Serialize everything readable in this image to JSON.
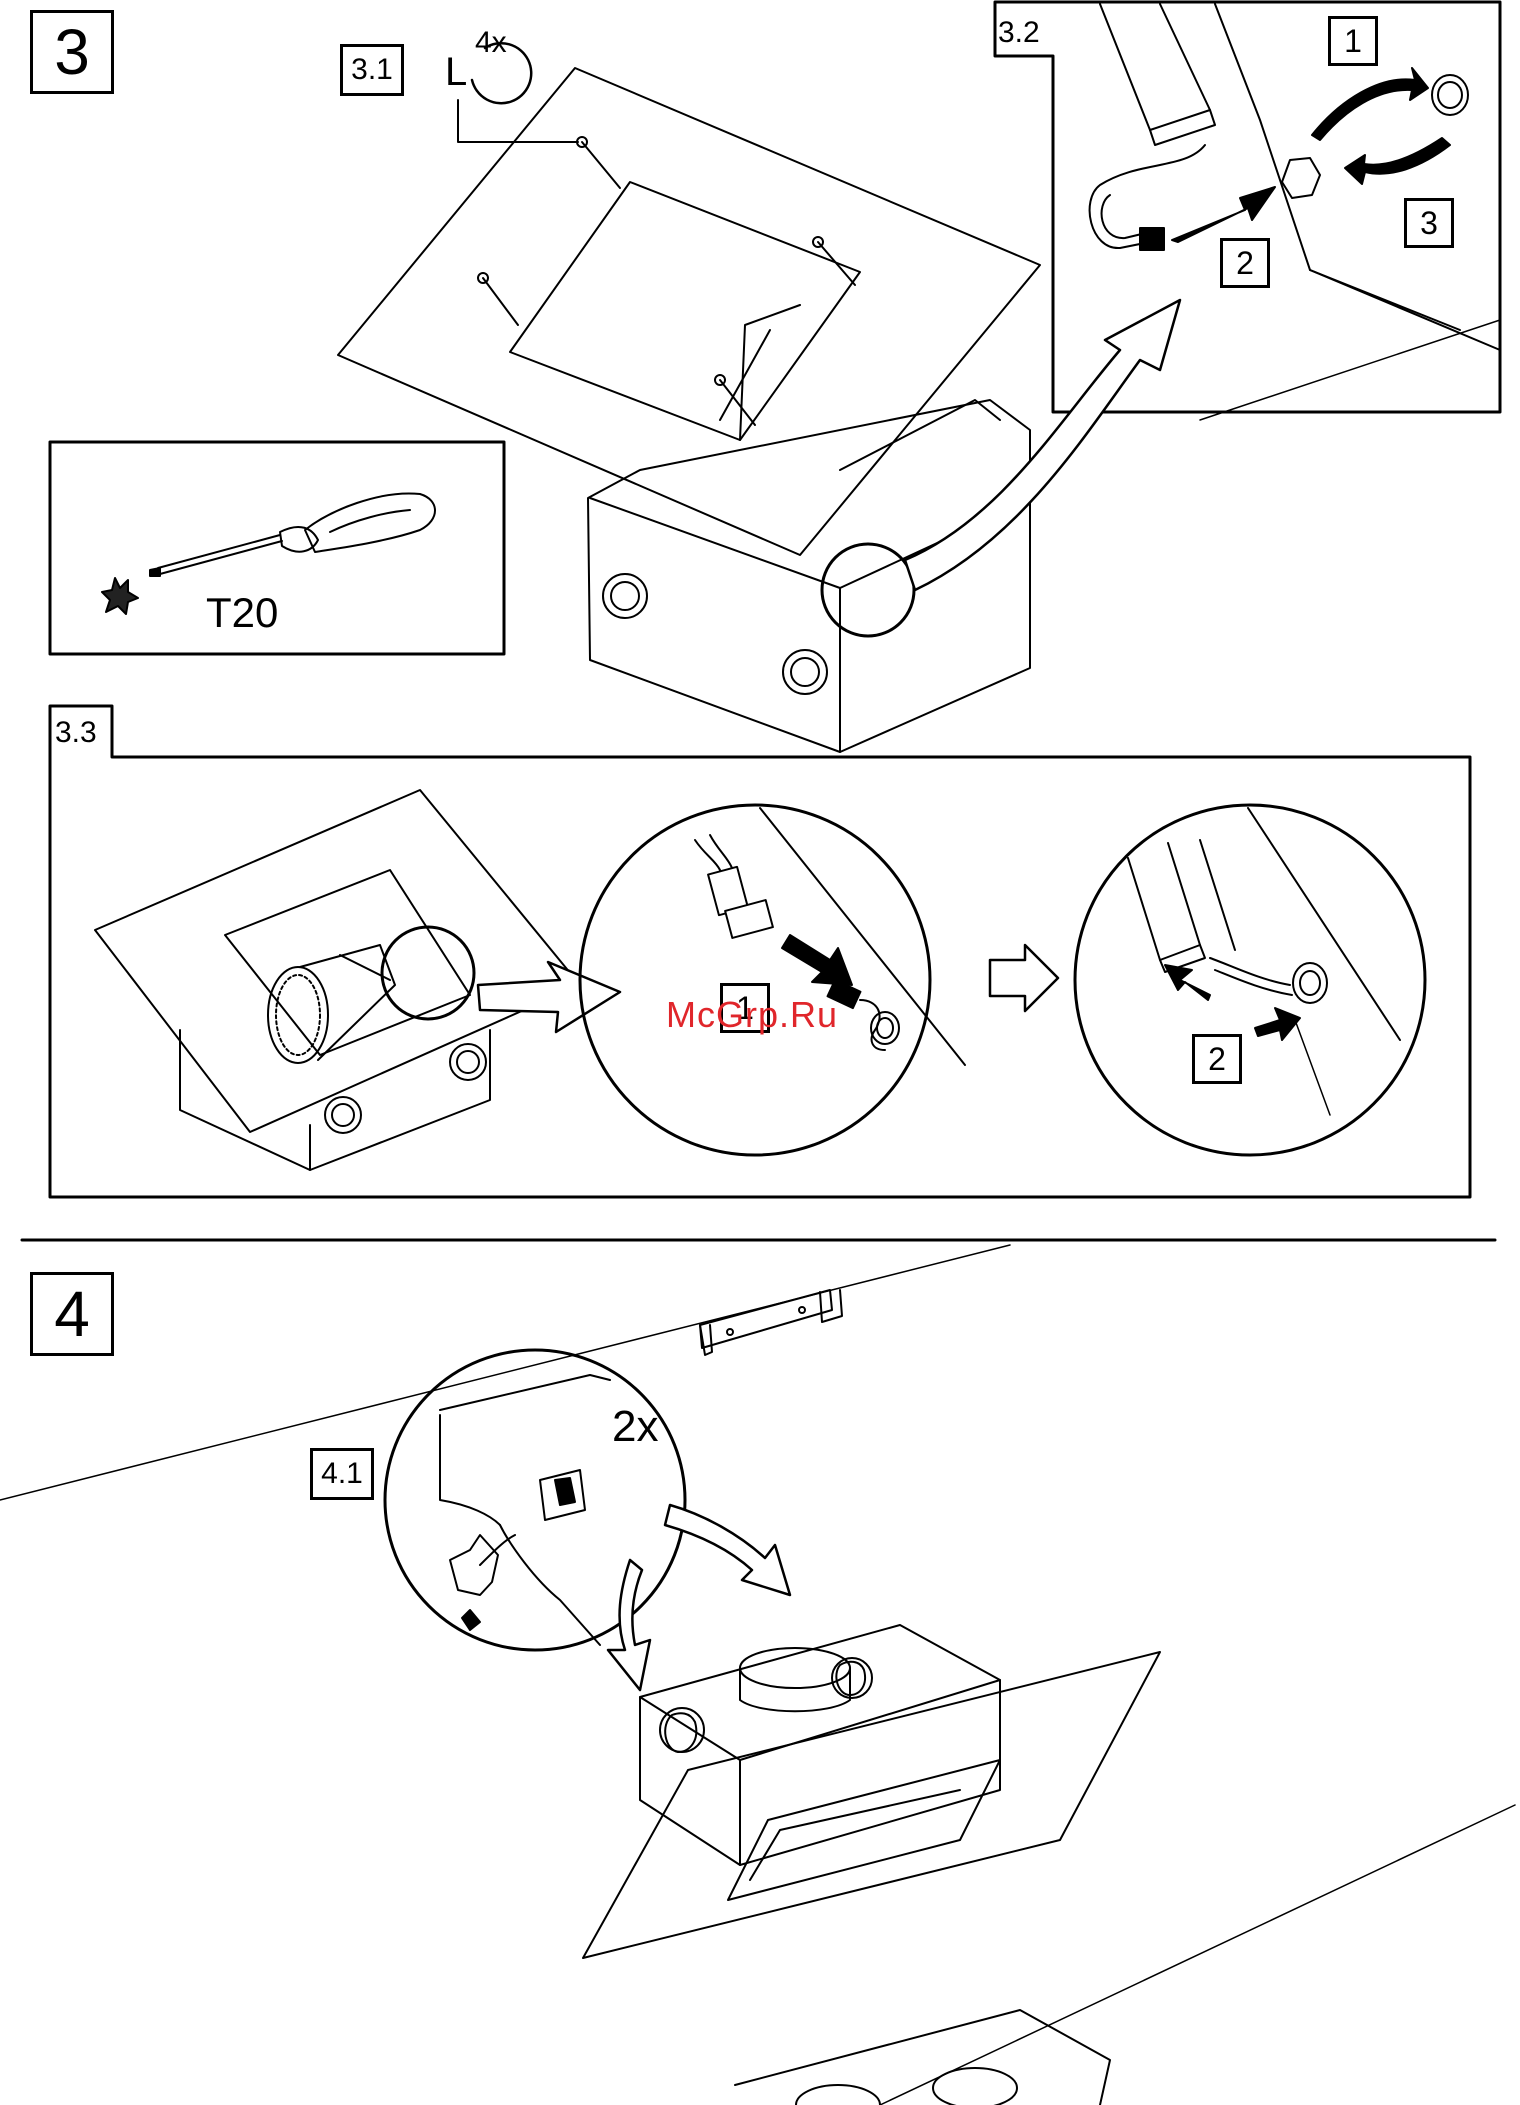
{
  "step3": {
    "number": "3",
    "sub_3_1": "3.1",
    "screw_type": "L",
    "screw_qty": "4x",
    "tool": "T20",
    "sub_3_2": "3.2",
    "sub_3_2_callouts": [
      "1",
      "2",
      "3"
    ],
    "sub_3_3": "3.3",
    "sub_3_3_callouts": [
      "1",
      "2"
    ]
  },
  "step4": {
    "number": "4",
    "sub_4_1": "4.1",
    "qty": "2x"
  },
  "watermark": "McGrp.Ru",
  "colors": {
    "line": "#000000",
    "watermark": "#e0262b"
  }
}
